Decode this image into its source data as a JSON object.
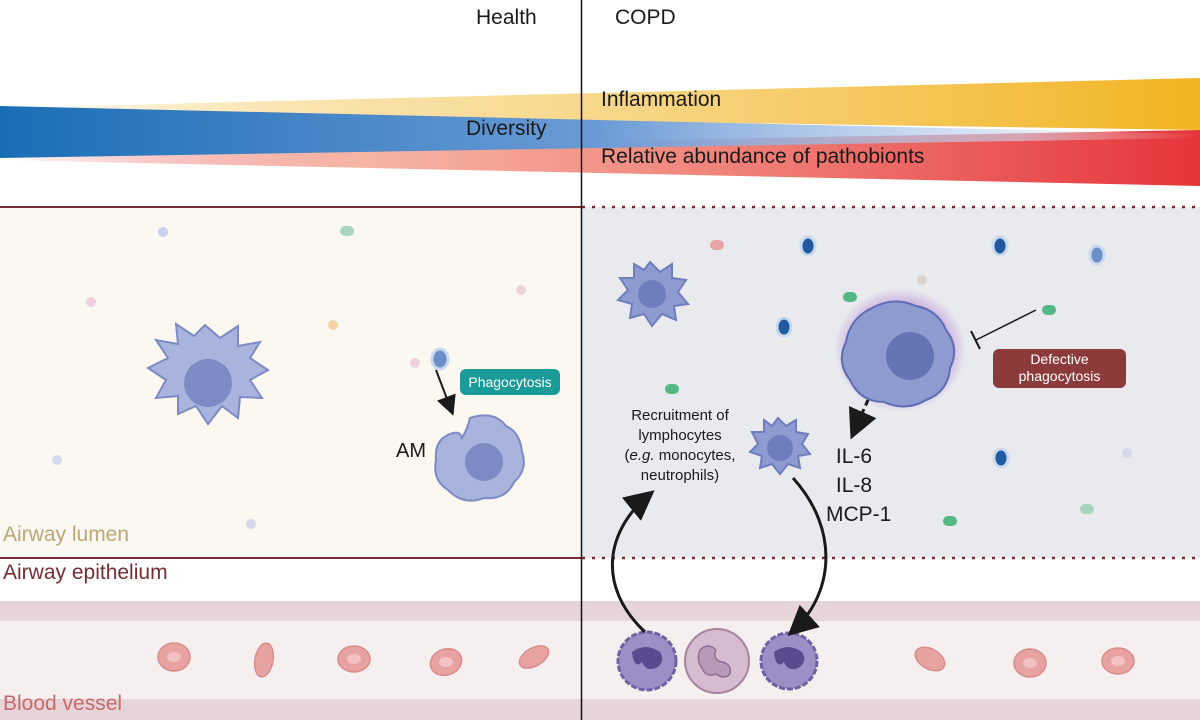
{
  "columns": {
    "health": "Health",
    "copd": "COPD"
  },
  "bands": {
    "inflammation": "Inflammation",
    "diversity": "Diversity",
    "pathobionts": "Relative abundance of pathobionts"
  },
  "regions": {
    "lumen": "Airway lumen",
    "epithelium": "Airway epithelium",
    "vessel": "Blood vessel"
  },
  "health_panel": {
    "phagocytosis_badge": "Phagocytosis",
    "am_label": "AM"
  },
  "copd_panel": {
    "defective_badge_line1": "Defective",
    "defective_badge_line2": "phagocytosis",
    "cytokines": [
      "IL-6",
      "IL-8",
      "MCP-1"
    ],
    "recruitment": {
      "line1": "Recruitment of",
      "line2": "lymphocytes",
      "line3_italic": "e.g.",
      "line3_rest": " monocytes,",
      "line4": "neutrophils)"
    }
  },
  "colors": {
    "diversity_blue": "#1a6db5",
    "inflammation_yellow": "#f2b320",
    "pathobiont_red": "#e5343a",
    "lumen_health_bg": "#faf8f1",
    "lumen_copd_bg": "#e8eaee",
    "epithelium_line": "#7a2c33",
    "phagocytosis_badge": "#1a9a98",
    "defective_badge": "#8d3a3a",
    "macrophage_fill": "#9aa7d6",
    "lumen_label": "#bfa675",
    "epithelium_label": "#7a2c33",
    "vessel_label": "#c86a6a"
  }
}
